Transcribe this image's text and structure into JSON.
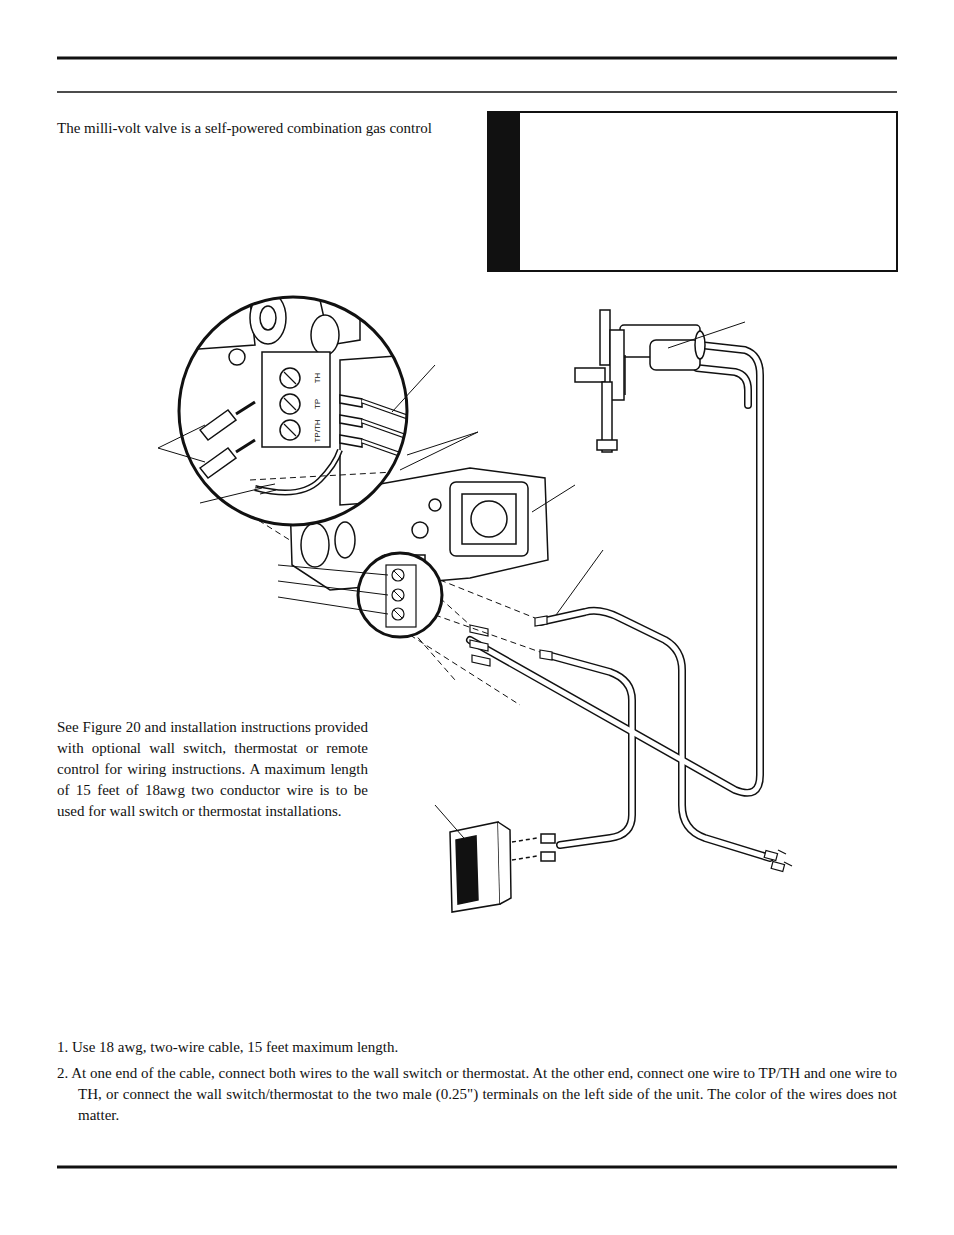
{
  "diagram": {
    "labels": [
      "The milli-volt valve is a self-powered combination gas control",
      "TH",
      "TP",
      "TP/TH",
      "See Figure 20 and installation instructions provided with optional wall switch, thermostat or remote control for wiring instructions. A maximum length of 15 feet of 18awg two conductor wire is to be used for wall switch or thermostat installations.",
      "1. Use 18 awg, two-wire cable, 15 feet maximum length.",
      "2. At one end of the cable, connect both wires to the wall switch or thermostat. At the other end, connect one wire to TP/TH and one wire to TH, or connect the wall switch/thermostat to the two male (0.25\") terminals on the left side of the unit. The color of the wires does not matter."
    ]
  }
}
